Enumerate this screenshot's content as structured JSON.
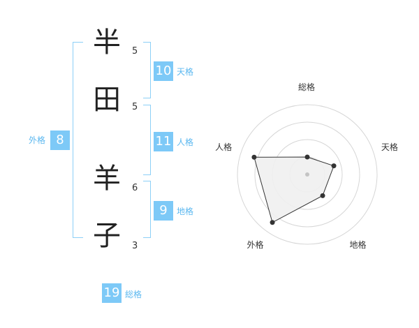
{
  "name": {
    "chars": [
      {
        "char": "半",
        "strokes": "5"
      },
      {
        "char": "田",
        "strokes": "5"
      },
      {
        "char": "羊",
        "strokes": "6"
      },
      {
        "char": "子",
        "strokes": "3"
      }
    ]
  },
  "kakusu": {
    "tenkaku": {
      "value": "10",
      "label": "天格"
    },
    "jinkaku": {
      "value": "11",
      "label": "人格"
    },
    "chikaku": {
      "value": "9",
      "label": "地格"
    },
    "gaikaku": {
      "value": "8",
      "label": "外格"
    },
    "soukaku": {
      "value": "19",
      "label": "総格"
    }
  },
  "colors": {
    "badge": "#7dc9f7",
    "bracket": "#8ccff7",
    "label": "#5cb8f0",
    "radar_fill": "#efefef",
    "radar_line": "#333333"
  },
  "chart_data": {
    "type": "radar",
    "axes": [
      "総格",
      "天格",
      "地格",
      "外格",
      "人格"
    ],
    "values": [
      1.0,
      1.6,
      1.5,
      3.4,
      3.2
    ],
    "range": [
      0,
      4
    ],
    "rings": 4
  }
}
